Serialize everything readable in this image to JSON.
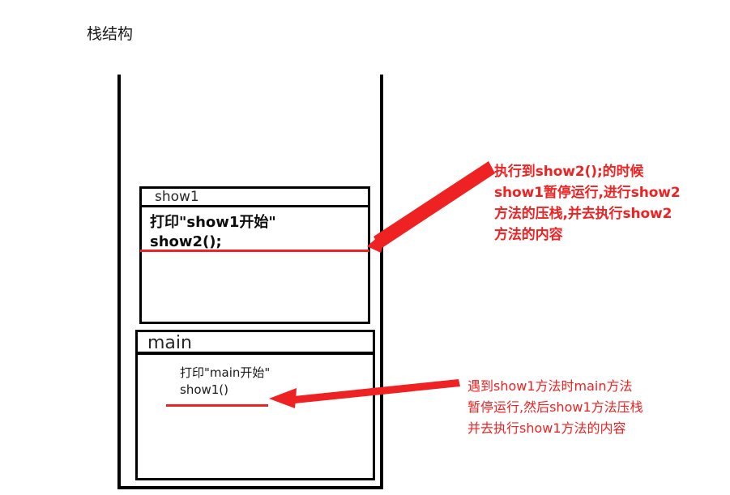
{
  "title": "栈结构",
  "stack": {
    "frame_label": "stack-frame",
    "frames": [
      {
        "id": "show1",
        "header": "show1",
        "body": "打印\"show1开始\"\nshow2();",
        "marker_color": "#ee2222"
      },
      {
        "id": "main",
        "header": "main",
        "body": "打印\"main开始\"\nshow1()",
        "marker_color": "#ee2222"
      }
    ]
  },
  "annotations": [
    {
      "id": "top",
      "text": "执行到show2();的时候\nshow1暂停运行,进行show2\n方法的压栈,并去执行show2\n方法的内容",
      "color": "#ee2222",
      "bold": true
    },
    {
      "id": "bottom",
      "text": "遇到show1方法时main方法\n暂停运行,然后show1方法压栈\n并去执行show1方法的内容",
      "color": "#ee2222",
      "bold": false
    }
  ],
  "colors": {
    "accent_red": "#ee2222",
    "outline_black": "#000000",
    "background": "#ffffff"
  }
}
